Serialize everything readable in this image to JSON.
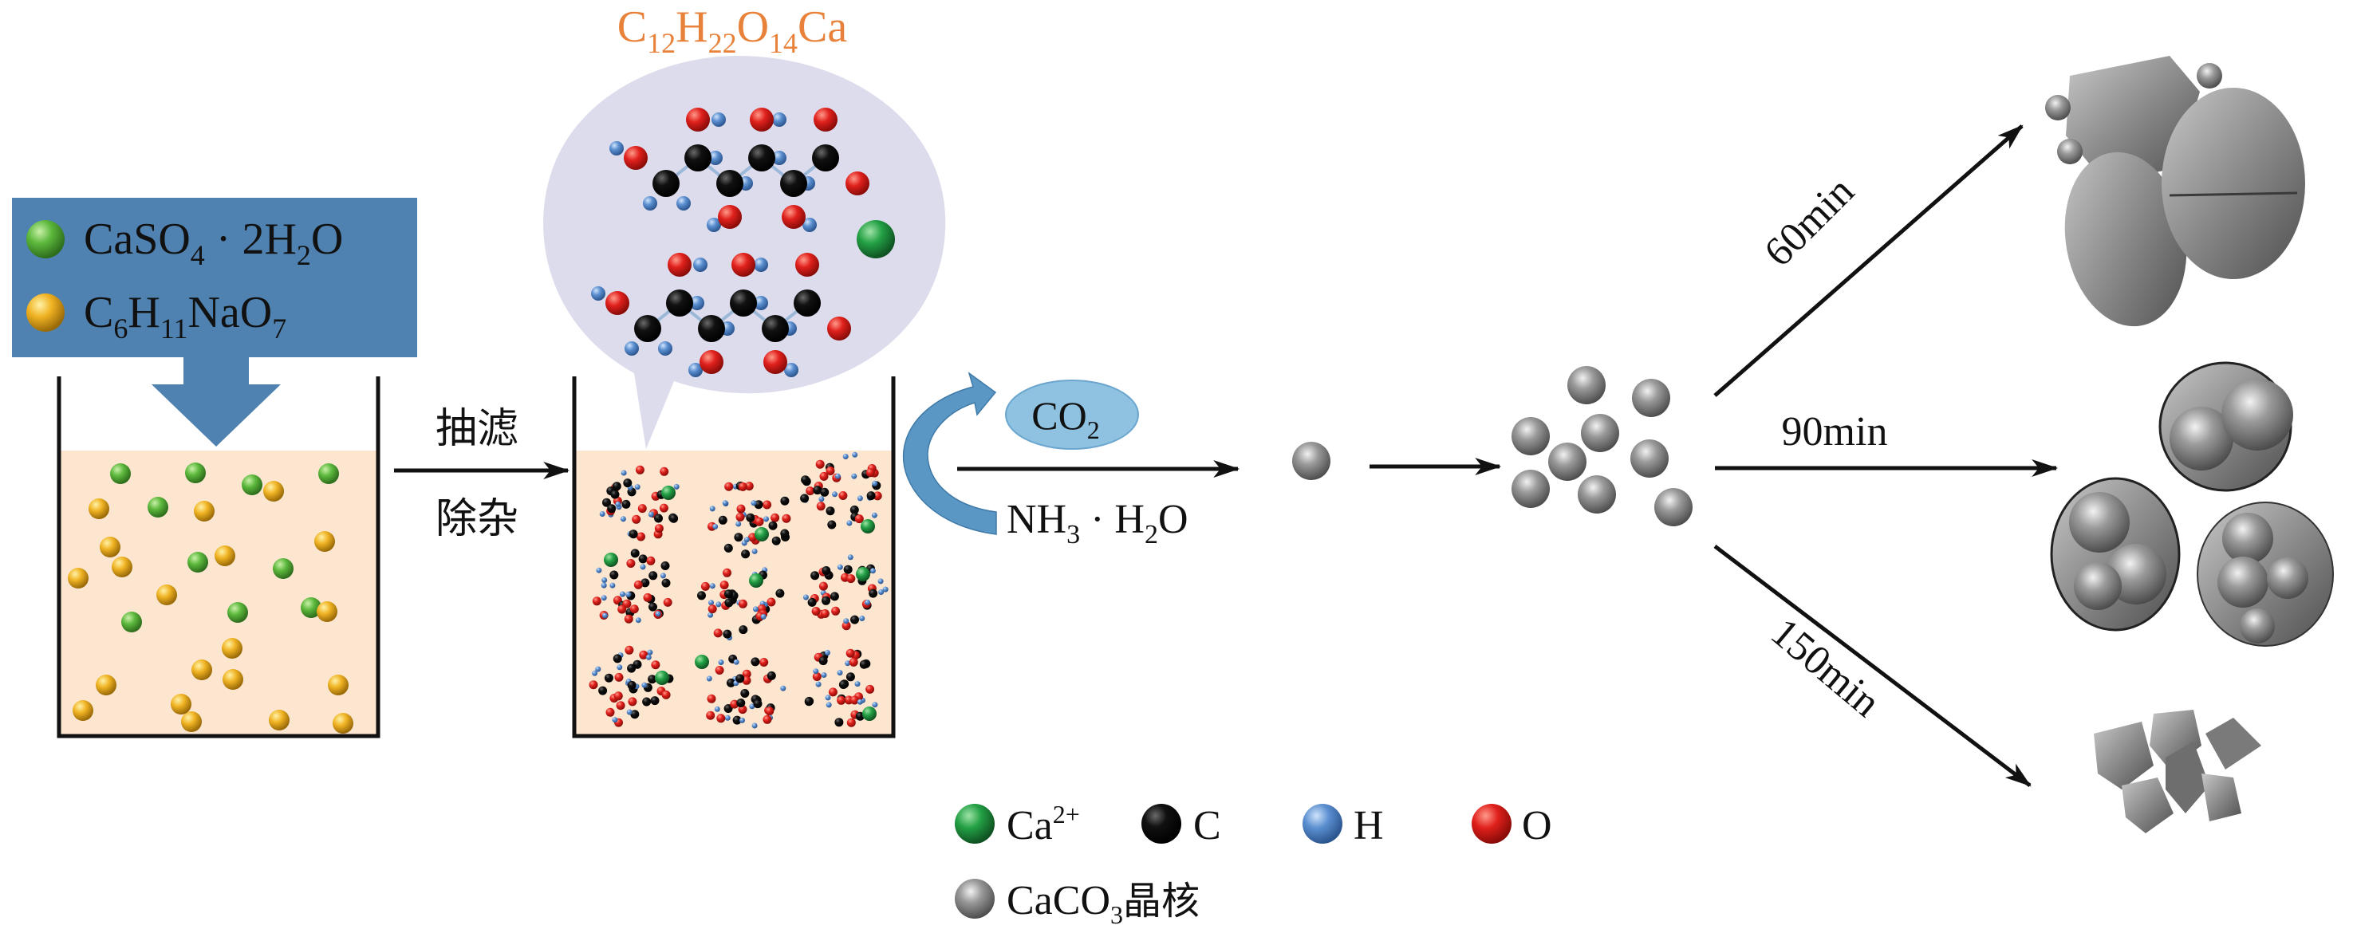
{
  "figure": {
    "type": "process-schematic",
    "subject": "Preparation of calcium gluconate and CaCO3 crystal growth"
  },
  "reagent_box": {
    "items": [
      {
        "label_main": "CaSO",
        "sub1": "4",
        "mid": " · 2H",
        "sub2": "2",
        "tail": "O",
        "sphere_color": "#5cb83c",
        "name": "calcium-sulfate-dihydrate"
      },
      {
        "label_main": "C",
        "sub1": "6",
        "mid": "H",
        "sub2": "11",
        "tail": "NaO",
        "sub3": "7",
        "sphere_color": "#f0b323",
        "name": "sodium-gluconate"
      }
    ],
    "box_color": "#4f82b0"
  },
  "step1": {
    "label_top": "抽滤",
    "label_bottom": "除杂"
  },
  "molecule_bubble": {
    "formula": {
      "p1": "C",
      "s1": "12",
      "p2": "H",
      "s2": "22",
      "p3": "O",
      "s3": "14",
      "p4": "Ca"
    },
    "formula_color": "#e8823a",
    "bubble_color": "#dcdcec"
  },
  "step2": {
    "gas": {
      "main": "CO",
      "sub": "2"
    },
    "reagent": {
      "p1": "NH",
      "s1": "3",
      "mid": " · H",
      "s2": "2",
      "tail": "O"
    },
    "ellipse_color": "#8fc1e0",
    "curved_arrow_color": "#5a97c4"
  },
  "growth_paths": [
    {
      "label": "60min",
      "result": "agglomerated-ellipsoids"
    },
    {
      "label": "90min",
      "result": "spherical-clusters"
    },
    {
      "label": "150min",
      "result": "rhombohedral-flakes"
    }
  ],
  "legend": {
    "items": [
      {
        "label": "Ca",
        "sup": "2+",
        "color": "#23a045",
        "name": "calcium-ion"
      },
      {
        "label": "C",
        "sup": "",
        "color": "#111111",
        "name": "carbon"
      },
      {
        "label": "H",
        "sup": "",
        "color": "#5b8fd0",
        "name": "hydrogen"
      },
      {
        "label": "O",
        "sup": "",
        "color": "#e0201c",
        "name": "oxygen"
      }
    ],
    "nucleus": {
      "p1": "CaCO",
      "sub": "3",
      "suffix": "晶核",
      "color": "#888888"
    }
  },
  "colors": {
    "liquid": "#fde6cf",
    "beaker_wall": "#111111",
    "arrow": "#111111",
    "crystal_gray": "#8a8a8a"
  }
}
